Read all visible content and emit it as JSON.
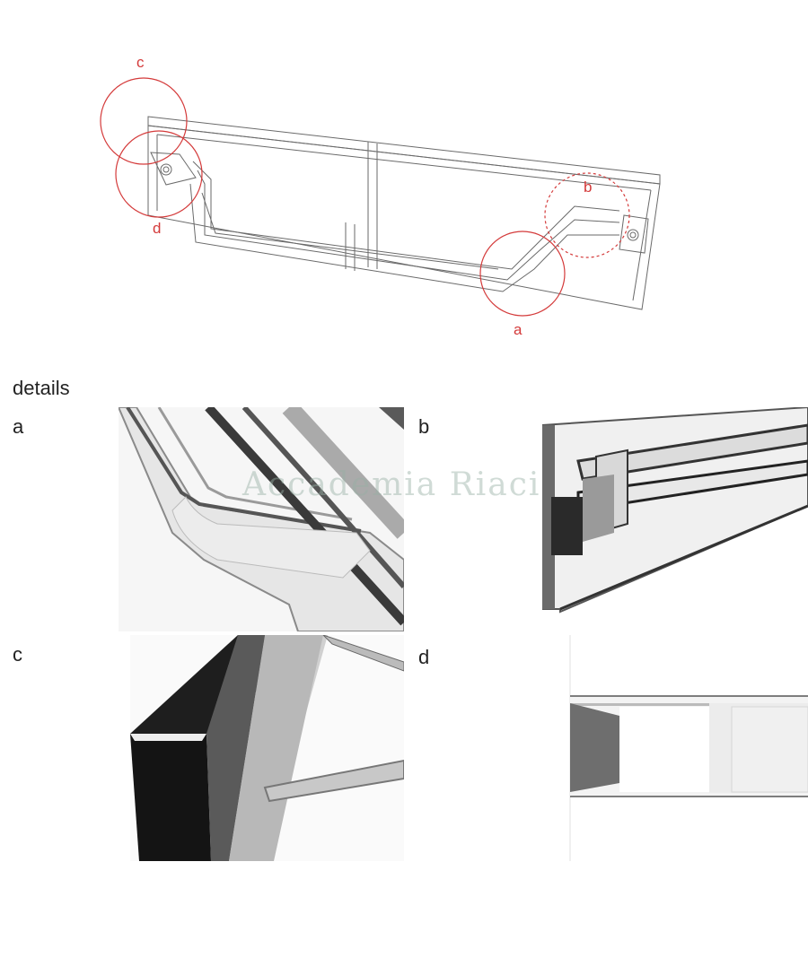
{
  "overview": {
    "callouts": {
      "a": "a",
      "b": "b",
      "c": "c",
      "d": "d"
    }
  },
  "details": {
    "title": "details",
    "panels": [
      {
        "label": "a"
      },
      {
        "label": "b"
      },
      {
        "label": "c"
      },
      {
        "label": "d"
      }
    ]
  },
  "watermark": "Accademia Riaci",
  "colors": {
    "callout": "#d43a3a",
    "outline": "#5a5a5a",
    "glass_dark": "#1e1e1e"
  }
}
